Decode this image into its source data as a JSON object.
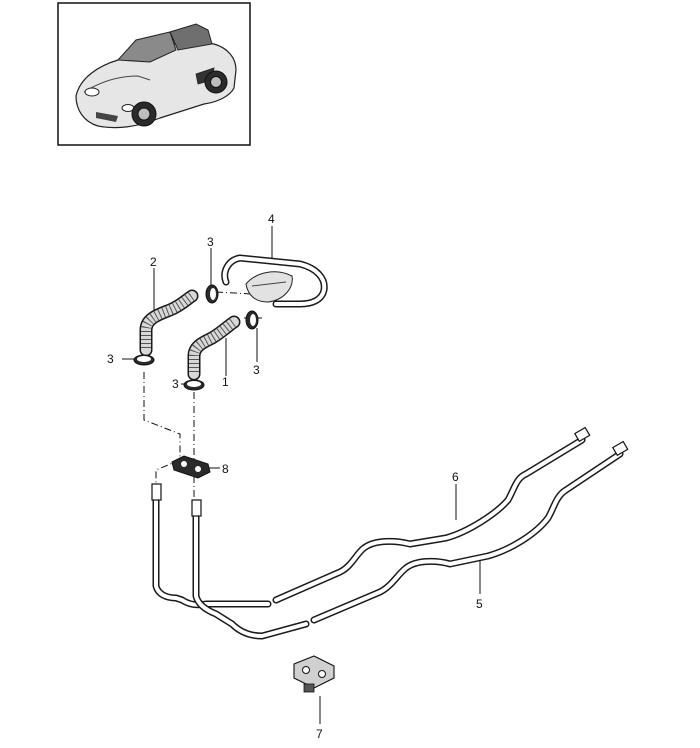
{
  "callouts": [
    {
      "id": "c1",
      "text": "1"
    },
    {
      "id": "c2",
      "text": "2"
    },
    {
      "id": "c3a",
      "text": "3"
    },
    {
      "id": "c3b",
      "text": "3"
    },
    {
      "id": "c3c",
      "text": "3"
    },
    {
      "id": "c3d",
      "text": "3"
    },
    {
      "id": "c4",
      "text": "4"
    },
    {
      "id": "c5",
      "text": "5"
    },
    {
      "id": "c6",
      "text": "6"
    },
    {
      "id": "c7",
      "text": "7"
    },
    {
      "id": "c8",
      "text": "8"
    }
  ]
}
